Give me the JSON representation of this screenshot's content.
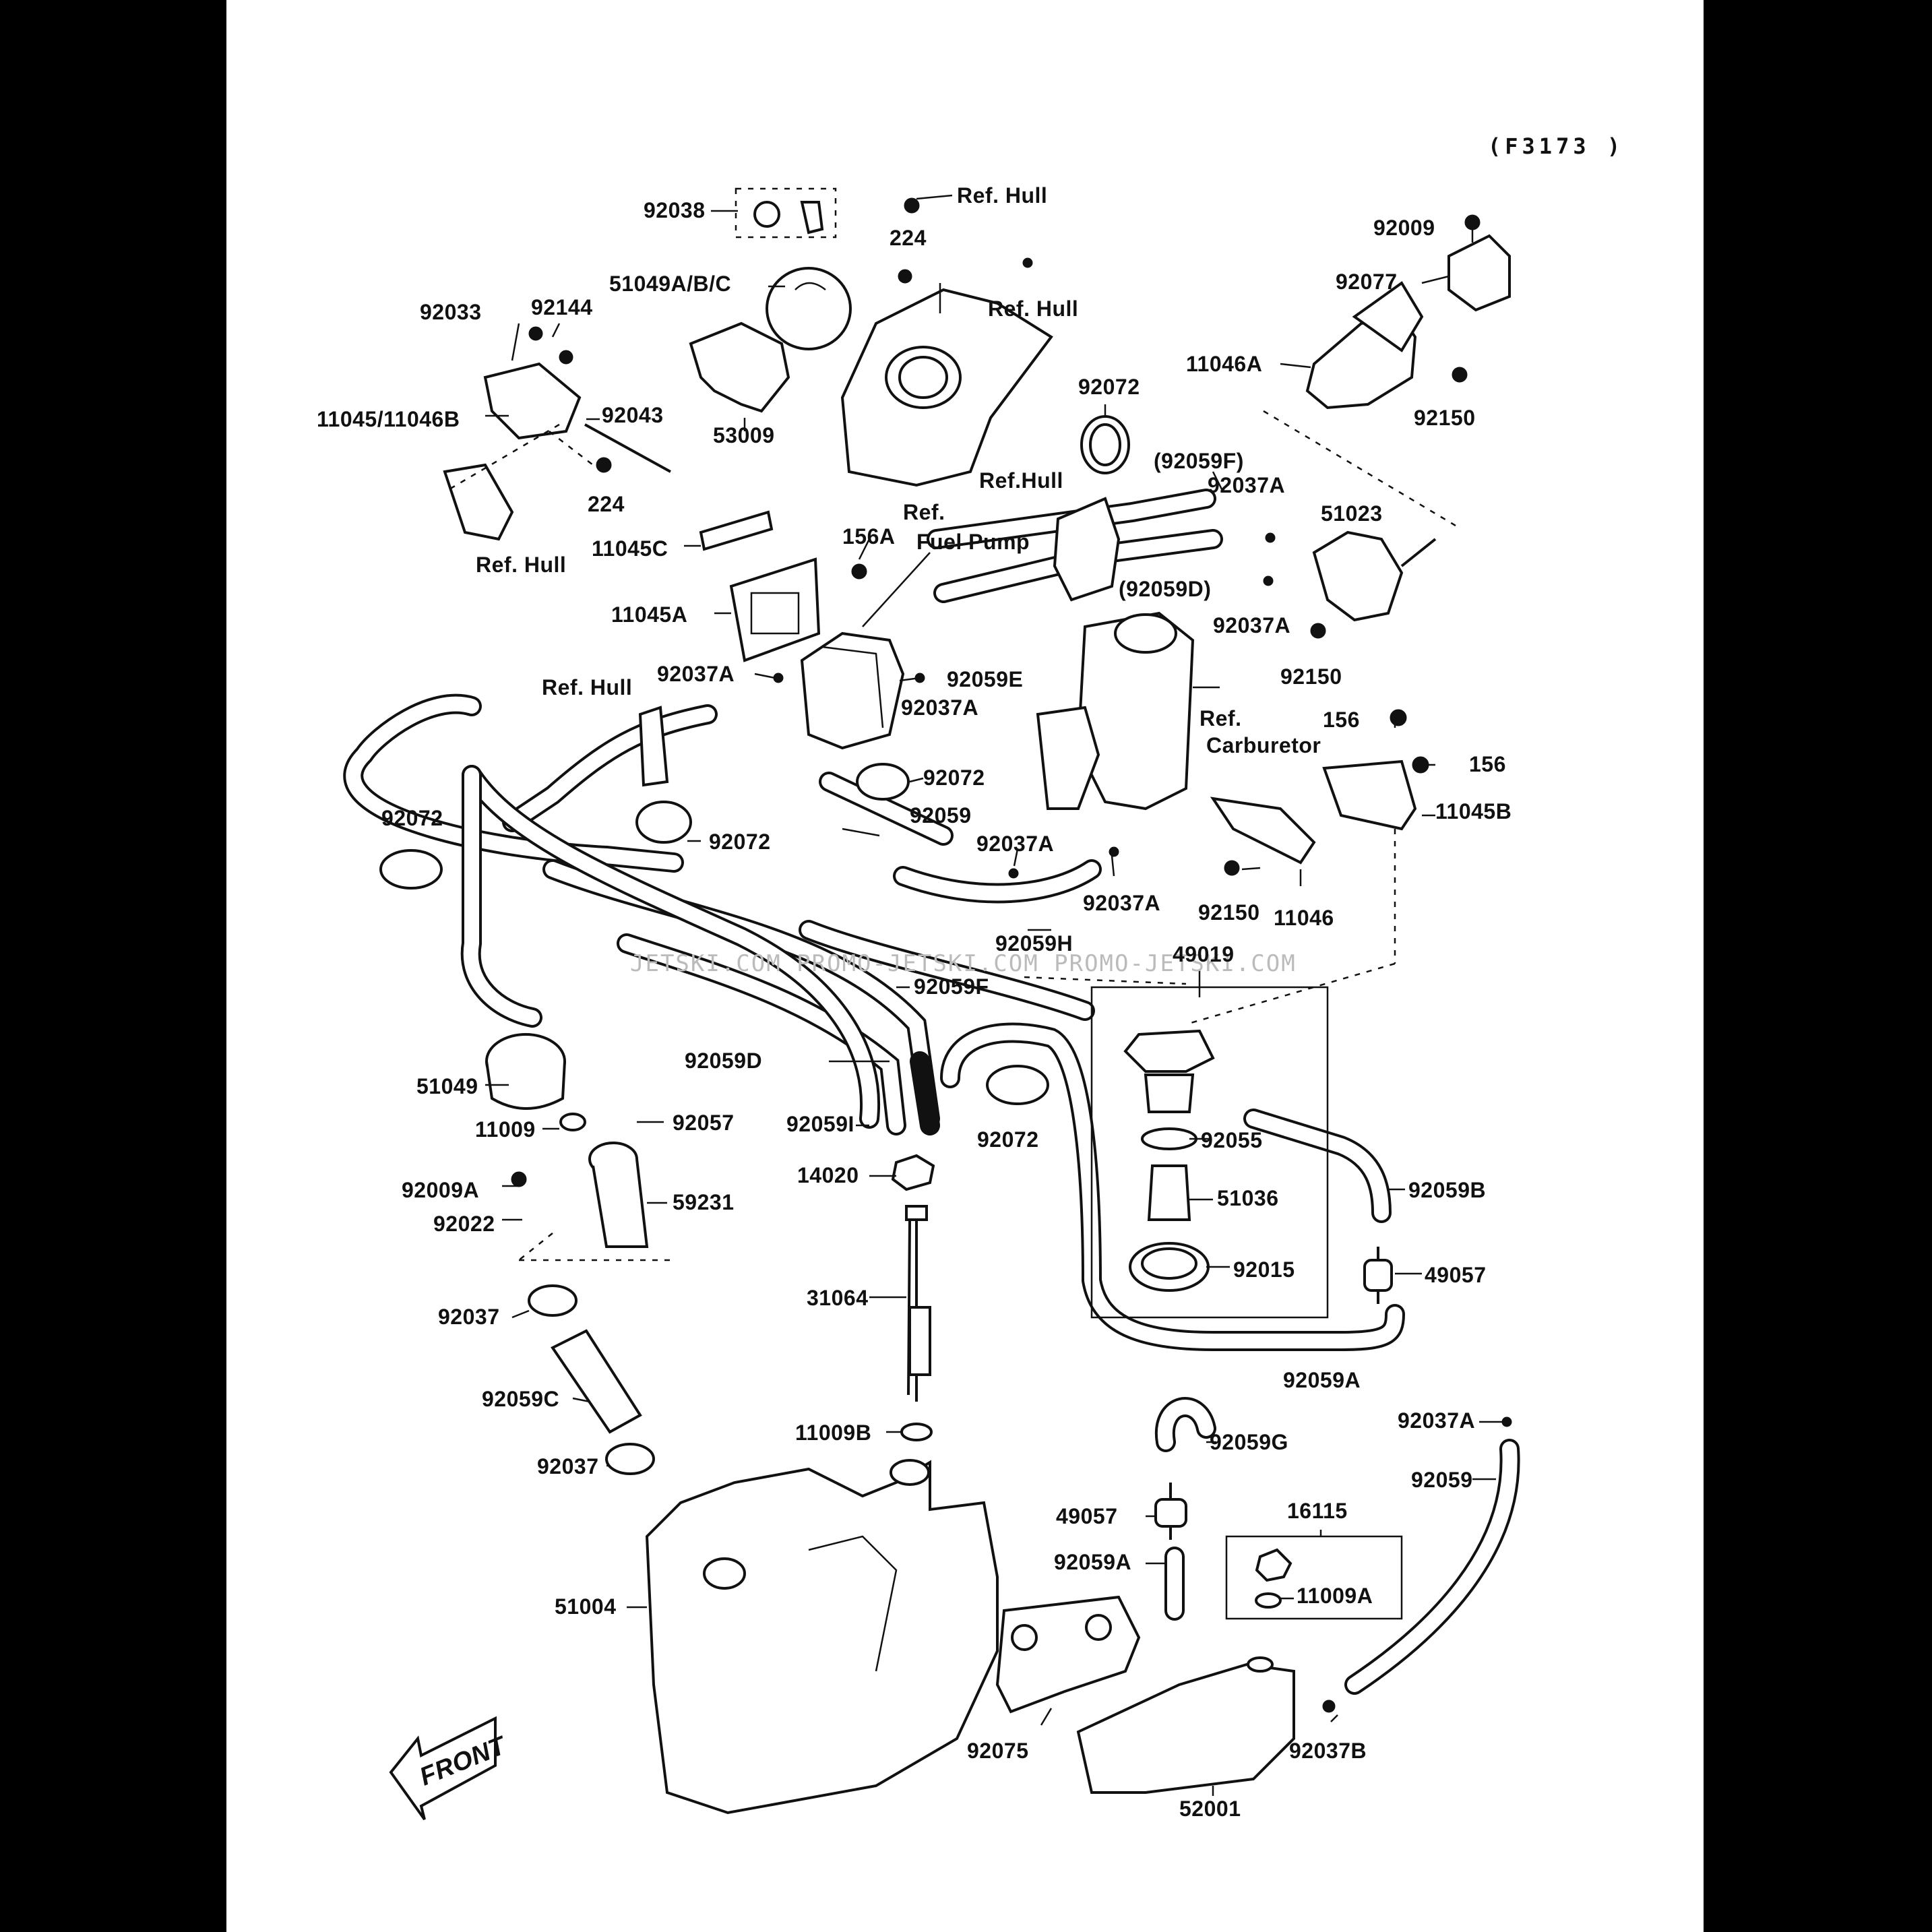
{
  "diagram": {
    "code": "(F3173 )",
    "watermark": "JETSKI.COM  PROMO-JETSKI.COM  PROMO-JETSKI.COM",
    "front_badge": "FRONT",
    "labels": [
      {
        "id": "l-92038",
        "text": "92038"
      },
      {
        "id": "l-refhull-top",
        "text": "Ref. Hull"
      },
      {
        "id": "l-224a",
        "text": "224"
      },
      {
        "id": "l-51049abc",
        "text": "51049A/B/C"
      },
      {
        "id": "l-refhull-2",
        "text": "Ref. Hull"
      },
      {
        "id": "l-92009",
        "text": "92009"
      },
      {
        "id": "l-92077",
        "text": "92077"
      },
      {
        "id": "l-92033",
        "text": "92033"
      },
      {
        "id": "l-92144",
        "text": "92144"
      },
      {
        "id": "l-11046a",
        "text": "11046A"
      },
      {
        "id": "l-92150a",
        "text": "92150"
      },
      {
        "id": "l-11045-11046b",
        "text": "11045/11046B"
      },
      {
        "id": "l-92043",
        "text": "92043"
      },
      {
        "id": "l-53009",
        "text": "53009"
      },
      {
        "id": "l-92072a",
        "text": "92072"
      },
      {
        "id": "l-92059f-paren",
        "text": "(92059F)"
      },
      {
        "id": "l-224b",
        "text": "224"
      },
      {
        "id": "l-refhull-3",
        "text": "Ref.Hull"
      },
      {
        "id": "l-92037a-1",
        "text": "92037A"
      },
      {
        "id": "l-51023",
        "text": "51023"
      },
      {
        "id": "l-refhull-4",
        "text": "Ref. Hull"
      },
      {
        "id": "l-11045c",
        "text": "11045C"
      },
      {
        "id": "l-156a",
        "text": "156A"
      },
      {
        "id": "l-ref-fuelpump-1",
        "text": "Ref."
      },
      {
        "id": "l-ref-fuelpump-2",
        "text": "Fuel Pump"
      },
      {
        "id": "l-92059d-paren",
        "text": "(92059D)"
      },
      {
        "id": "l-11045a",
        "text": "11045A"
      },
      {
        "id": "l-92037a-2",
        "text": "92037A"
      },
      {
        "id": "l-92150b",
        "text": "92150"
      },
      {
        "id": "l-92037a-3",
        "text": "92037A"
      },
      {
        "id": "l-92059e",
        "text": "92059E"
      },
      {
        "id": "l-92037a-4",
        "text": "92037A"
      },
      {
        "id": "l-refhull-5",
        "text": "Ref. Hull"
      },
      {
        "id": "l-ref-carb-1",
        "text": "Ref."
      },
      {
        "id": "l-ref-carb-2",
        "text": "Carburetor"
      },
      {
        "id": "l-156",
        "text": "156"
      },
      {
        "id": "l-156b",
        "text": "156"
      },
      {
        "id": "l-92072b",
        "text": "92072"
      },
      {
        "id": "l-11045b",
        "text": "11045B"
      },
      {
        "id": "l-92072c",
        "text": "92072"
      },
      {
        "id": "l-92059",
        "text": "92059"
      },
      {
        "id": "l-92072d",
        "text": "92072"
      },
      {
        "id": "l-92037a-5",
        "text": "92037A"
      },
      {
        "id": "l-92037a-6",
        "text": "92037A"
      },
      {
        "id": "l-92150c",
        "text": "92150"
      },
      {
        "id": "l-11046",
        "text": "11046"
      },
      {
        "id": "l-92059h",
        "text": "92059H"
      },
      {
        "id": "l-49019",
        "text": "49019"
      },
      {
        "id": "l-92059f",
        "text": "92059F"
      },
      {
        "id": "l-92059d",
        "text": "92059D"
      },
      {
        "id": "l-51049",
        "text": "51049"
      },
      {
        "id": "l-11009",
        "text": "11009"
      },
      {
        "id": "l-92057",
        "text": "92057"
      },
      {
        "id": "l-92059i",
        "text": "92059I"
      },
      {
        "id": "l-92072e",
        "text": "92072"
      },
      {
        "id": "l-92055",
        "text": "92055"
      },
      {
        "id": "l-92009a",
        "text": "92009A"
      },
      {
        "id": "l-14020",
        "text": "14020"
      },
      {
        "id": "l-59231",
        "text": "59231"
      },
      {
        "id": "l-51036",
        "text": "51036"
      },
      {
        "id": "l-92059b",
        "text": "92059B"
      },
      {
        "id": "l-92022",
        "text": "92022"
      },
      {
        "id": "l-92015",
        "text": "92015"
      },
      {
        "id": "l-49057a",
        "text": "49057"
      },
      {
        "id": "l-31064",
        "text": "31064"
      },
      {
        "id": "l-92037a",
        "text": "92037"
      },
      {
        "id": "l-92059a-1",
        "text": "92059A"
      },
      {
        "id": "l-92059c",
        "text": "92059C"
      },
      {
        "id": "l-11009b",
        "text": "11009B"
      },
      {
        "id": "l-92059g",
        "text": "92059G"
      },
      {
        "id": "l-92037a-7",
        "text": "92037A"
      },
      {
        "id": "l-92037b-x",
        "text": "92037"
      },
      {
        "id": "l-92059-2",
        "text": "92059"
      },
      {
        "id": "l-49057b",
        "text": "49057"
      },
      {
        "id": "l-16115",
        "text": "16115"
      },
      {
        "id": "l-92059a-2",
        "text": "92059A"
      },
      {
        "id": "l-11009a",
        "text": "11009A"
      },
      {
        "id": "l-51004",
        "text": "51004"
      },
      {
        "id": "l-92075",
        "text": "92075"
      },
      {
        "id": "l-92037b",
        "text": "92037B"
      },
      {
        "id": "l-52001",
        "text": "52001"
      }
    ]
  }
}
